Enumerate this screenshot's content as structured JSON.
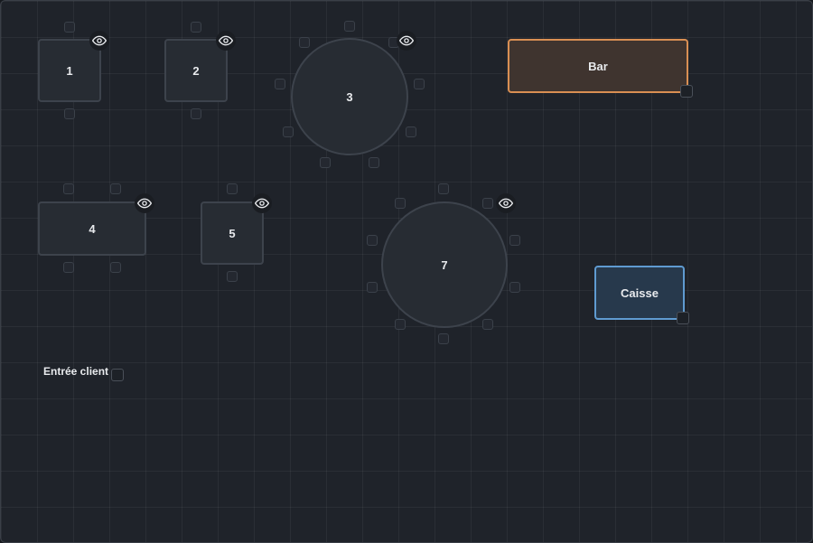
{
  "tables": [
    {
      "id": "1",
      "shape": "square"
    },
    {
      "id": "2",
      "shape": "square"
    },
    {
      "id": "3",
      "shape": "round"
    },
    {
      "id": "4",
      "shape": "rect"
    },
    {
      "id": "5",
      "shape": "square"
    },
    {
      "id": "7",
      "shape": "round"
    }
  ],
  "zones": {
    "bar": {
      "label": "Bar",
      "color": "#d98f53"
    },
    "caisse": {
      "label": "Caisse",
      "color": "#5f9bd1"
    },
    "entrance": {
      "label": "Entrée client"
    }
  },
  "icons": {
    "visibility": "eye-icon",
    "resize": "resize-handle"
  },
  "colors": {
    "background": "#1f232a",
    "table_fill": "#272c33",
    "table_border": "#3d434c"
  }
}
